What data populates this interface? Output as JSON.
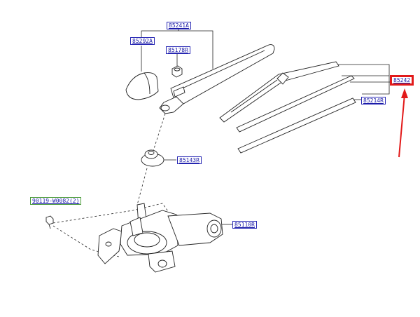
{
  "parts": {
    "arm": "85241A",
    "cap": "85292A",
    "nut": "85178R",
    "seal": "85143R",
    "blade": "85242",
    "rubber": "85214R",
    "motor": "85110R",
    "bolt": "90119-W0082",
    "bolt_qty": "(2)"
  },
  "colors": {
    "label_text": "#1a1aa8",
    "label_border": "#2a2ab5",
    "bolt_border": "#4a9a3a",
    "highlight": "#e21a1a",
    "line": "#222222"
  }
}
